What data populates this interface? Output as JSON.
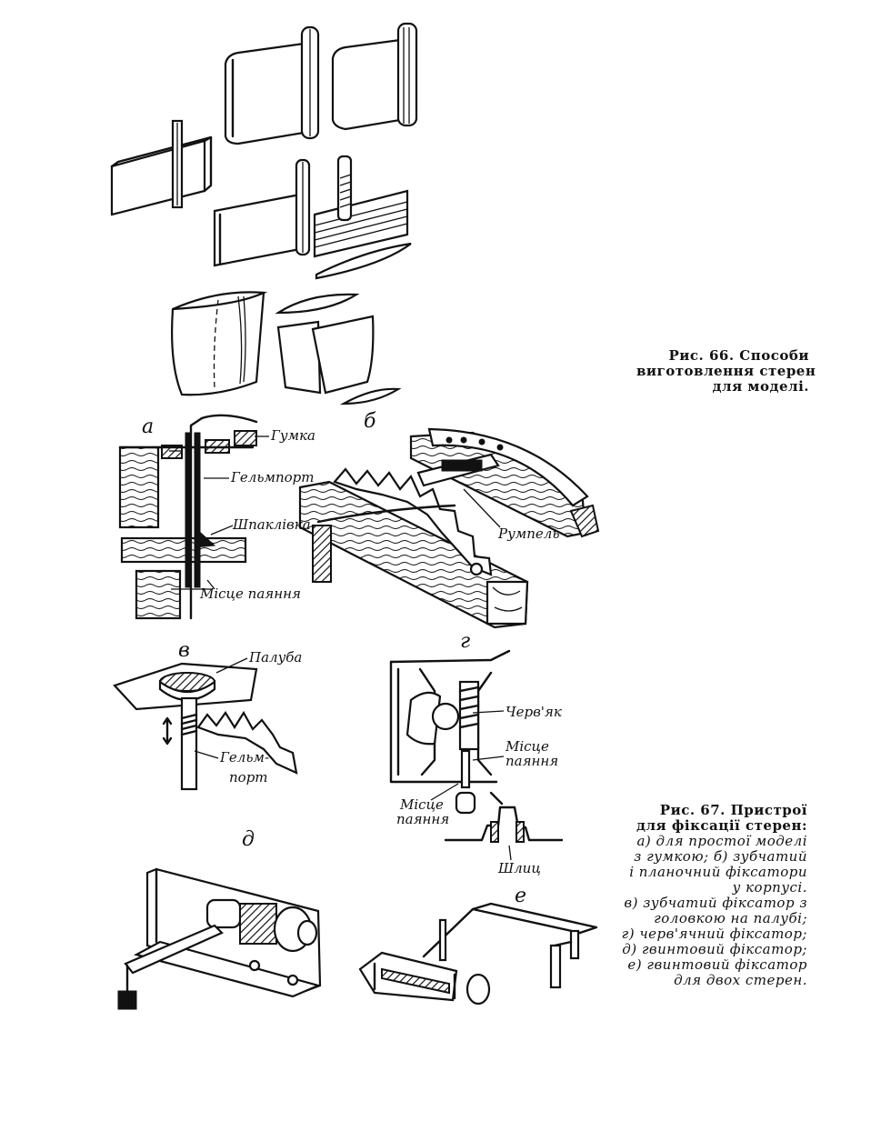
{
  "figure66": {
    "caption_lines": [
      "Рис. 66. Способи",
      "виготовлення стерен",
      "для моделі."
    ]
  },
  "figure67": {
    "title_lines": [
      "Рис. 67. Пристрої",
      "для фіксації стерен:"
    ],
    "body_lines": [
      "а) для простої моделі",
      "з гумкою; б) зубчатий",
      "і планочний фіксатори",
      "у корпусі.",
      "в) зубчатий фіксатор з",
      "головкою на палубі;",
      "г) черв'ячний фіксатор;",
      "д) гвинтовий фіксатор;",
      "е) гвинтовий фіксатор",
      "для двох стерен."
    ],
    "panel_letters": {
      "a": "а",
      "b": "б",
      "v": "в",
      "g": "г",
      "d": "д",
      "e": "е"
    },
    "labels": {
      "gumka": "Гумка",
      "helmport_a": "Гельмпорт",
      "shpaklivka": "Шпаклівка",
      "misce_payannya_a": "Місце паяння",
      "rumpel": "Румпель",
      "paluba": "Палуба",
      "helmport_v_1": "Гельм-",
      "helmport_v_2": "порт",
      "cherviak": "Черв'як",
      "misce_payannya_g1_1": "Місце",
      "misce_payannya_g1_2": "паяння",
      "misce_payannya_g2_1": "Місце",
      "misce_payannya_g2_2": "паяння",
      "shlits": "Шлиц"
    }
  }
}
